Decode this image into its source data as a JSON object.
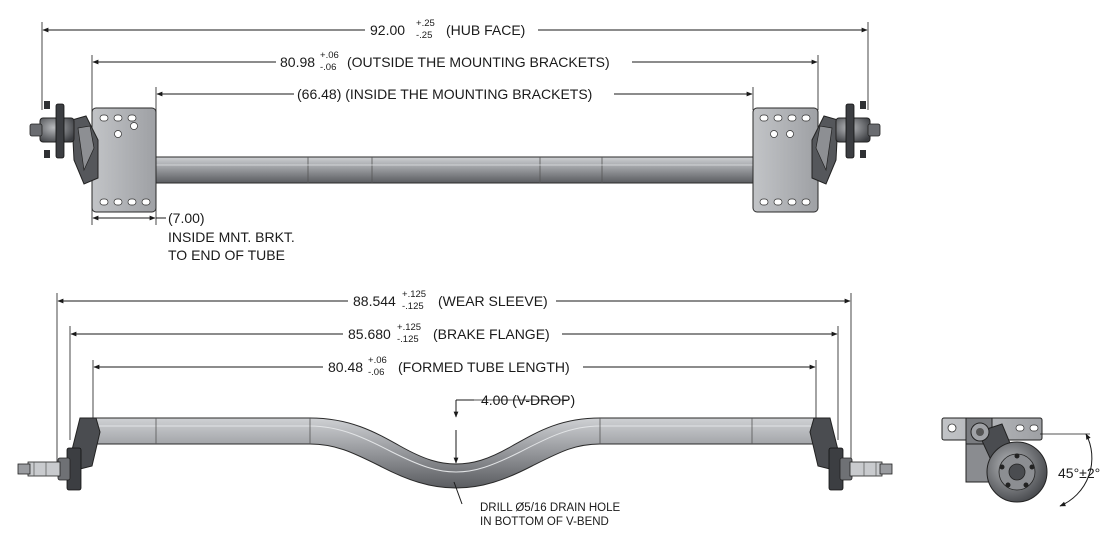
{
  "top_view": {
    "hub_face": {
      "value": "92.00",
      "tol_plus": ".25",
      "tol_minus": ".25",
      "label": "(HUB FACE)"
    },
    "outside_brackets": {
      "value": "80.98",
      "tol_plus": ".06",
      "tol_minus": ".06",
      "label": "(OUTSIDE THE MOUNTING BRACKETS)"
    },
    "inside_brackets": {
      "text": "(66.48) (INSIDE THE MOUNTING BRACKETS)"
    },
    "bracket_to_end": {
      "value": "(7.00)",
      "line1": "INSIDE MNT. BRKT.",
      "line2": "TO END OF TUBE"
    }
  },
  "front_view": {
    "wear_sleeve": {
      "value": "88.544",
      "tol_plus": ".125",
      "tol_minus": ".125",
      "label": "(WEAR SLEEVE)"
    },
    "brake_flange": {
      "value": "85.680",
      "tol_plus": ".125",
      "tol_minus": ".125",
      "label": "(BRAKE FLANGE)"
    },
    "formed_tube": {
      "value": "80.48",
      "tol_plus": ".06",
      "tol_minus": ".06",
      "label": "(FORMED TUBE LENGTH)"
    },
    "v_drop": {
      "text": "4.00 (V-DROP)"
    },
    "drain_note": {
      "line1": "DRILL Ø5/16 DRAIN HOLE",
      "line2": "IN BOTTOM OF V-BEND"
    }
  },
  "side_view": {
    "angle": {
      "text": "45°±2°"
    }
  },
  "colors": {
    "steel": "#8a8c90",
    "steel_dark": "#4a4c50",
    "steel_light": "#c9cbce",
    "line": "#1a1a1a"
  }
}
